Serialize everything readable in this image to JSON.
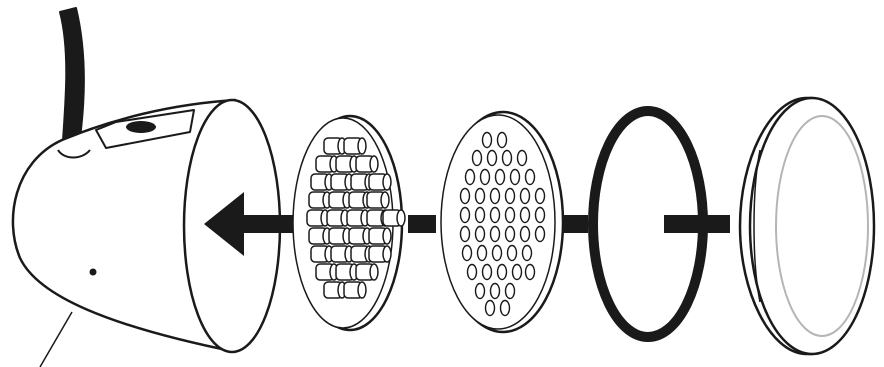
{
  "diagram": {
    "kind": "exploded assembly, left to right",
    "parts": [
      {
        "id": "housing",
        "icon": "lamp-housing-icon"
      },
      {
        "id": "led-array",
        "icon": "led-array-icon"
      },
      {
        "id": "diffuser-lens",
        "icon": "perforated-disc-icon"
      },
      {
        "id": "o-ring",
        "icon": "o-ring-icon"
      },
      {
        "id": "end-cap",
        "icon": "end-cap-icon"
      }
    ],
    "connector": "assembly-arrow-icon",
    "colors": {
      "stroke": "#1a1a1a",
      "fill": "#ffffff",
      "cap_inner": "#b5b5b5"
    }
  }
}
